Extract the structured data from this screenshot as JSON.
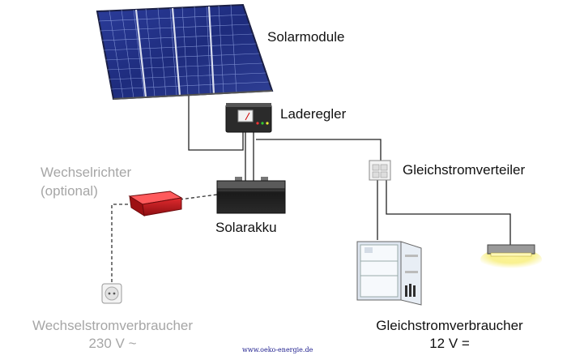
{
  "components": {
    "solar_modules": "Solarmodule",
    "charge_controller": "Laderegler",
    "dc_distributor": "Gleichstromverteiler",
    "inverter": "Wechselrichter",
    "inverter_note": "(optional)",
    "battery": "Solarakku",
    "ac_consumer": "Wechselstromverbraucher",
    "ac_voltage": "230 V ~",
    "dc_consumer": "Gleichstromverbraucher",
    "dc_voltage": "12 V ="
  },
  "footer": {
    "url": "www.oeko-energie.de"
  },
  "colors": {
    "panel": "#2a3a8f",
    "label_dark": "#111111",
    "label_grey": "#a6a6a6",
    "inverter_red": "#c0161b",
    "lamp_glow": "#f5e84a",
    "url": "#1a1a8c"
  },
  "icons": [
    "solar-panel-icon",
    "charge-controller-icon",
    "dc-distributor-icon",
    "inverter-icon",
    "battery-icon",
    "power-socket-icon",
    "refrigerator-icon",
    "lamp-icon"
  ]
}
